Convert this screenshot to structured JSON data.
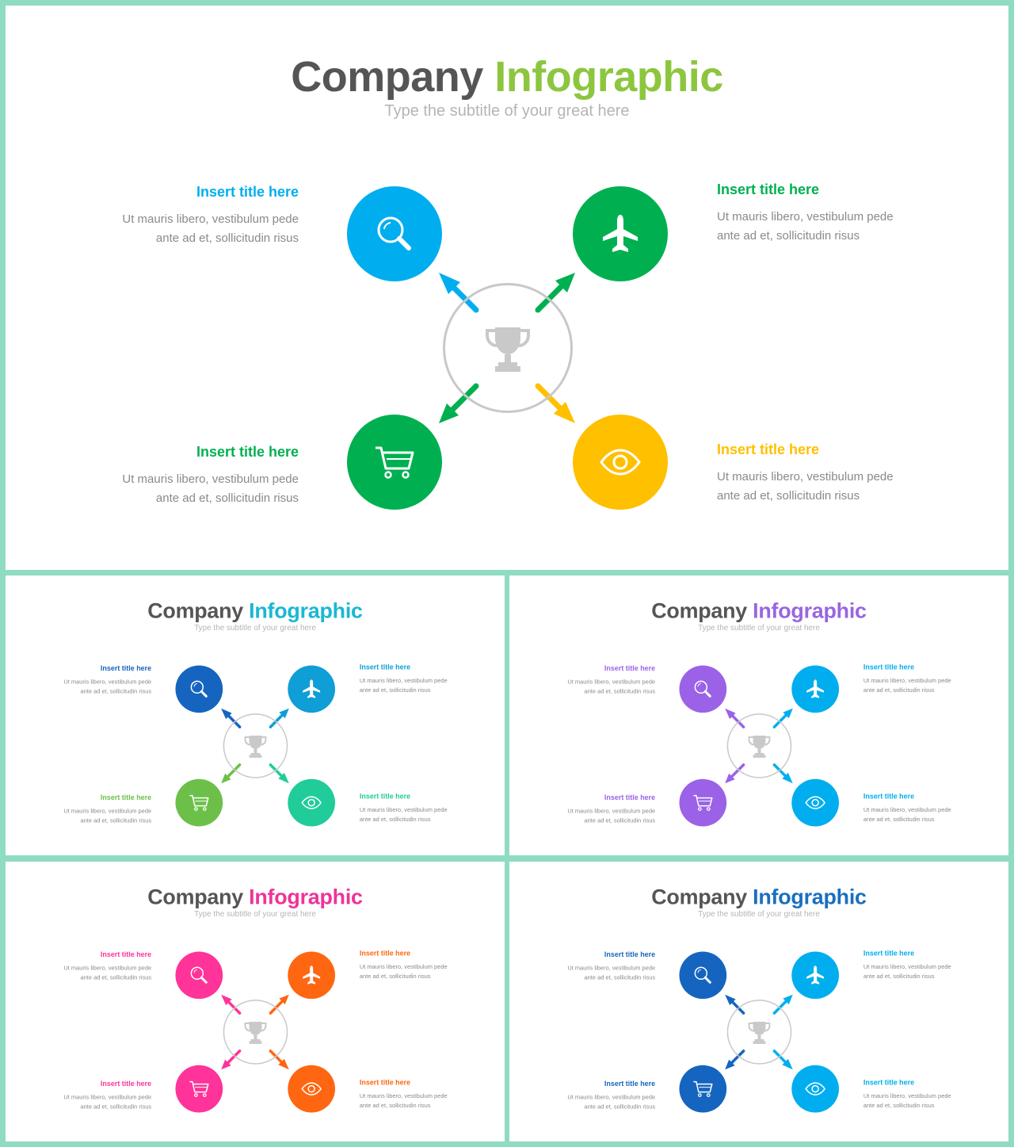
{
  "slides": [
    {
      "title": {
        "word1": "Company",
        "word2": "Infographic"
      },
      "subtitle": "Type the subtitle of your great here",
      "colors": {
        "accent": "#8cc63f",
        "tl": "#00aeef",
        "tr": "#00b050",
        "bl": "#00b050",
        "br": "#ffc000"
      },
      "items": [
        {
          "title": "Insert title here",
          "line1": "Ut mauris libero, vestibulum pede",
          "line2": "ante ad et, sollicitudin risus"
        },
        {
          "title": "Insert title here",
          "line1": "Ut mauris libero, vestibulum pede",
          "line2": "ante ad et, sollicitudin risus"
        },
        {
          "title": "Insert title here",
          "line1": "Ut mauris libero, vestibulum pede",
          "line2": "ante ad et, sollicitudin risus"
        },
        {
          "title": "Insert title here",
          "line1": "Ut mauris libero, vestibulum pede",
          "line2": "ante ad et, sollicitudin risus"
        }
      ]
    },
    {
      "title": {
        "word1": "Company",
        "word2": "Infographic"
      },
      "subtitle": "Type the subtitle of your great here",
      "colors": {
        "accent": "#1ab7d4",
        "tl": "#1565c0",
        "tr": "#0f9ed5",
        "bl": "#6cc04a",
        "br": "#1fcc9a"
      },
      "items": [
        {
          "title": "Insert title here",
          "line1": "Ut mauris libero, vestibulum pede",
          "line2": "ante ad et, sollicitudin risus"
        },
        {
          "title": "Insert title here",
          "line1": "Ut mauris libero, vestibulum pede",
          "line2": "ante ad et, sollicitudin risus"
        },
        {
          "title": "Insert title here",
          "line1": "Ut mauris libero, vestibulum pede",
          "line2": "ante ad et, sollicitudin risus"
        },
        {
          "title": "Insert title here",
          "line1": "Ut mauris libero, vestibulum pede",
          "line2": "ante ad et, sollicitudin risus"
        }
      ]
    },
    {
      "title": {
        "word1": "Company",
        "word2": "Infographic"
      },
      "subtitle": "Type the subtitle of your great here",
      "colors": {
        "accent": "#9966e0",
        "tl": "#9b62e8",
        "tr": "#00aeef",
        "bl": "#9b62e8",
        "br": "#00aeef"
      },
      "items": [
        {
          "title": "Insert title here",
          "line1": "Ut mauris libero, vestibulum pede",
          "line2": "ante ad et, sollicitudin risus"
        },
        {
          "title": "Insert title here",
          "line1": "Ut mauris libero, vestibulum pede",
          "line2": "ante ad et, sollicitudin risus"
        },
        {
          "title": "Insert title here",
          "line1": "Ut mauris libero, vestibulum pede",
          "line2": "ante ad et, sollicitudin risus"
        },
        {
          "title": "Insert title here",
          "line1": "Ut mauris libero, vestibulum pede",
          "line2": "ante ad et, sollicitudin risus"
        }
      ]
    },
    {
      "title": {
        "word1": "Company",
        "word2": "Infographic"
      },
      "subtitle": "Type the subtitle of your great here",
      "colors": {
        "accent": "#ee3399",
        "tl": "#ff3399",
        "tr": "#ff6611",
        "bl": "#ff3399",
        "br": "#ff6611"
      },
      "items": [
        {
          "title": "Insert title here",
          "line1": "Ut mauris libero, vestibulum pede",
          "line2": "ante ad et, sollicitudin risus"
        },
        {
          "title": "Insert title here",
          "line1": "Ut mauris libero, vestibulum pede",
          "line2": "ante ad et, sollicitudin risus"
        },
        {
          "title": "Insert title here",
          "line1": "Ut mauris libero, vestibulum pede",
          "line2": "ante ad et, sollicitudin risus"
        },
        {
          "title": "Insert title here",
          "line1": "Ut mauris libero, vestibulum pede",
          "line2": "ante ad et, sollicitudin risus"
        }
      ]
    },
    {
      "title": {
        "word1": "Company",
        "word2": "Infographic"
      },
      "subtitle": "Type the subtitle of your great here",
      "colors": {
        "accent": "#1a6fbf",
        "tl": "#1565c0",
        "tr": "#00aeef",
        "bl": "#1565c0",
        "br": "#00aeef"
      },
      "items": [
        {
          "title": "Insert title here",
          "line1": "Ut mauris libero, vestibulum pede",
          "line2": "ante ad et, sollicitudin risus"
        },
        {
          "title": "Insert title here",
          "line1": "Ut mauris libero, vestibulum pede",
          "line2": "ante ad et, sollicitudin risus"
        },
        {
          "title": "Insert title here",
          "line1": "Ut mauris libero, vestibulum pede",
          "line2": "ante ad et, sollicitudin risus"
        },
        {
          "title": "Insert title here",
          "line1": "Ut mauris libero, vestibulum pede",
          "line2": "ante ad et, sollicitudin risus"
        }
      ]
    }
  ],
  "icons": {
    "tl": "search-icon",
    "tr": "airplane-icon",
    "bl": "cart-icon",
    "br": "eye-icon",
    "hub": "trophy-icon"
  }
}
